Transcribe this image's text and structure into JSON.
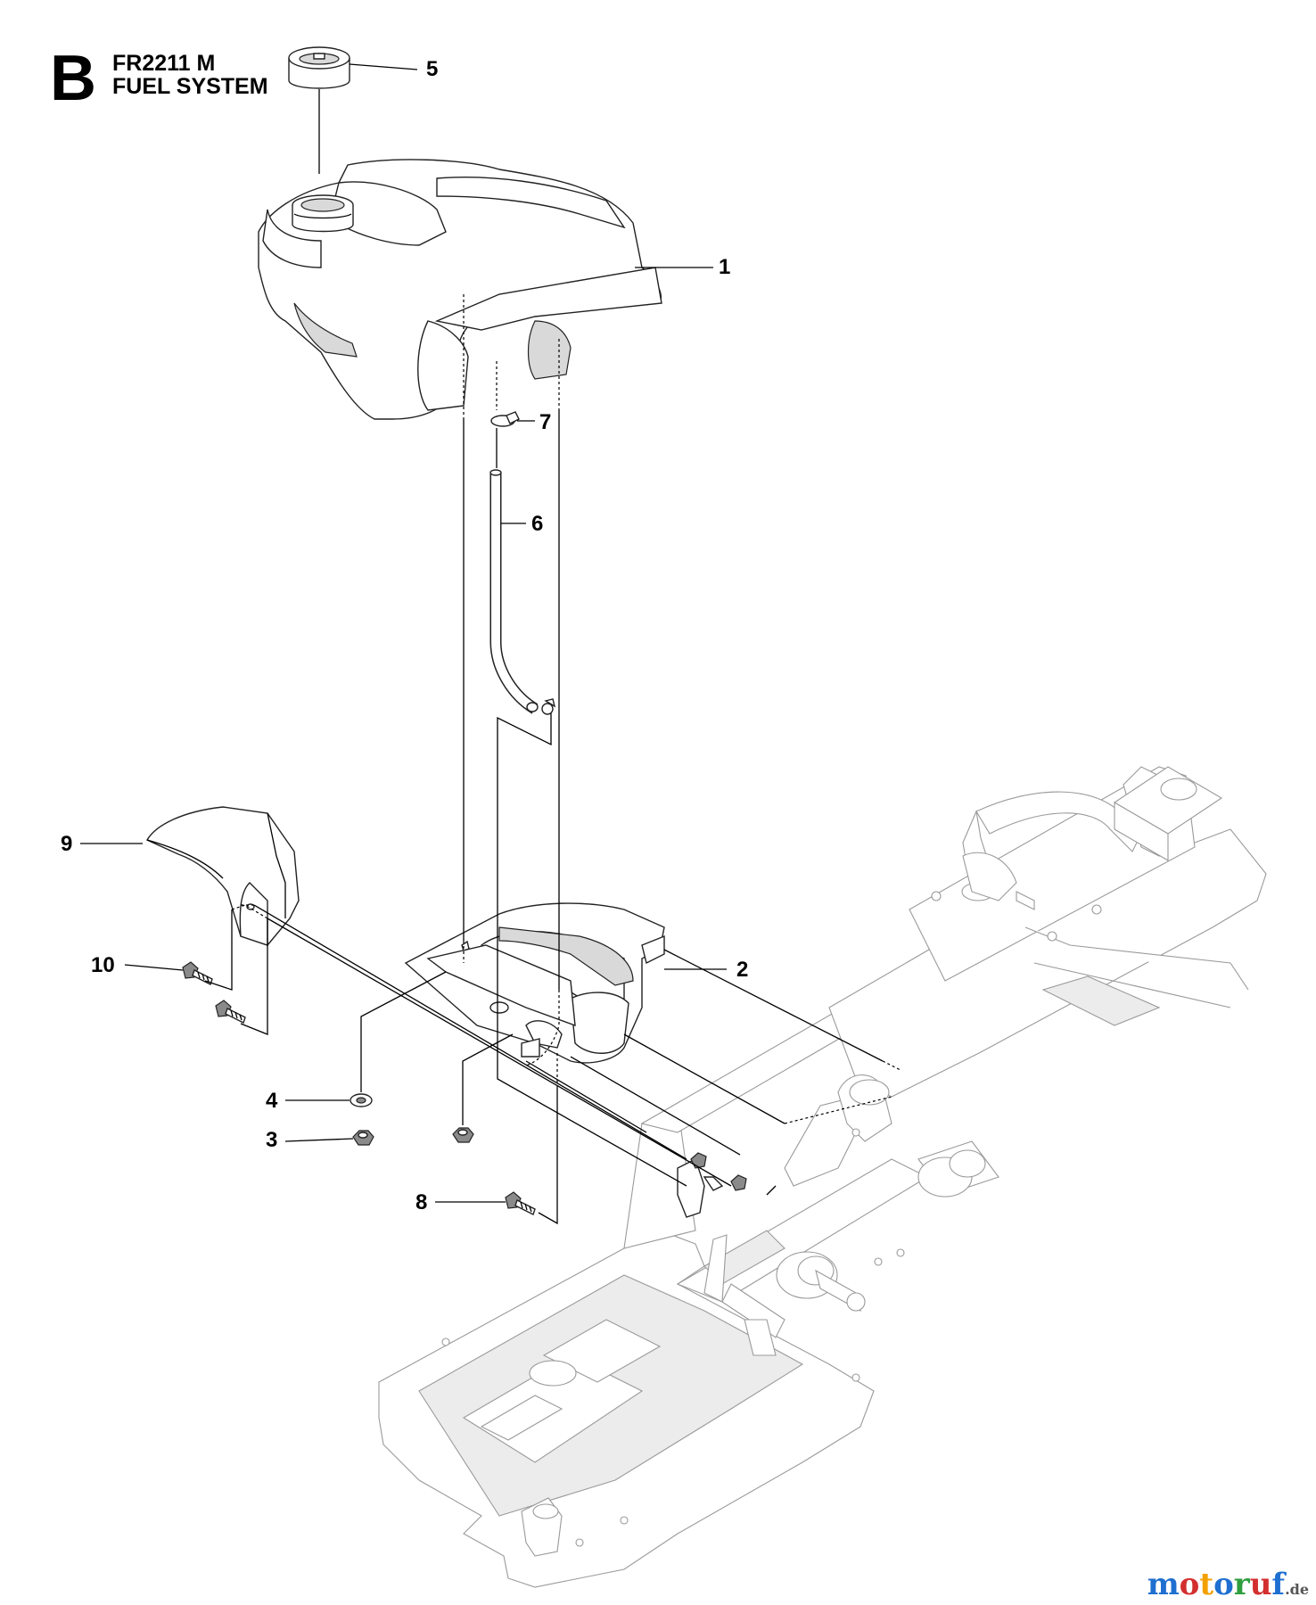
{
  "header": {
    "section_letter": "B",
    "model": "FR2211 M",
    "system": "FUEL SYSTEM"
  },
  "callouts": [
    "1",
    "2",
    "3",
    "4",
    "5",
    "6",
    "7",
    "8",
    "9",
    "10"
  ],
  "parts": [
    {
      "id": "1",
      "name": "fuel-tank"
    },
    {
      "id": "2",
      "name": "tank-bracket"
    },
    {
      "id": "3",
      "name": "lock-nut"
    },
    {
      "id": "4",
      "name": "washer"
    },
    {
      "id": "5",
      "name": "fuel-cap"
    },
    {
      "id": "6",
      "name": "fuel-hose"
    },
    {
      "id": "7",
      "name": "hose-clamp"
    },
    {
      "id": "8",
      "name": "screw"
    },
    {
      "id": "9",
      "name": "cover-plate"
    },
    {
      "id": "10",
      "name": "screw"
    }
  ],
  "watermark": {
    "brand": "motoruf",
    "tld": ".de",
    "colors": [
      "#1f6fd1",
      "#d32f2f",
      "#f2a100",
      "#1f6fd1",
      "#2e9e3e",
      "#d32f2f",
      "#1f6fd1"
    ]
  }
}
